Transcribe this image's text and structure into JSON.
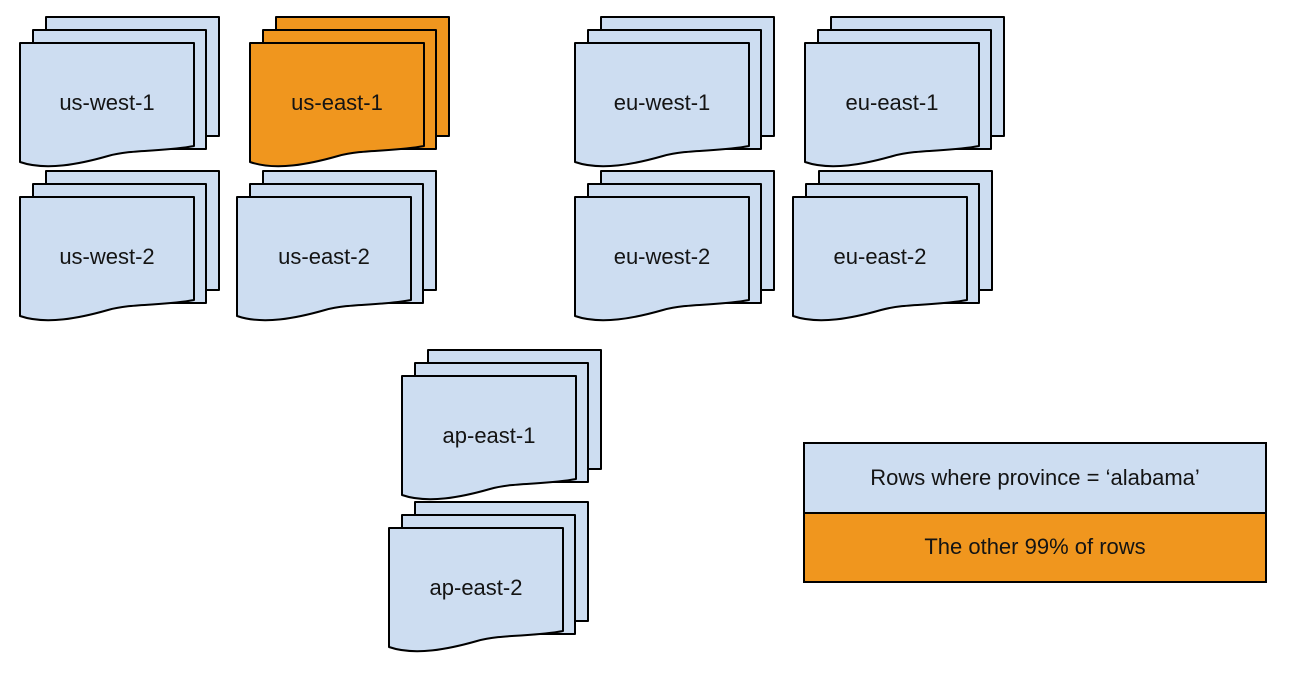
{
  "colors": {
    "sheet_blue": "#cdddf1",
    "highlight_orange": "#f0961e",
    "stroke": "#000000",
    "bg": "#ffffff"
  },
  "stacks": [
    {
      "label": "us-west-1",
      "variant": "blue"
    },
    {
      "label": "us-east-1",
      "variant": "orange"
    },
    {
      "label": "eu-west-1",
      "variant": "blue"
    },
    {
      "label": "eu-east-1",
      "variant": "blue"
    },
    {
      "label": "us-west-2",
      "variant": "blue"
    },
    {
      "label": "us-east-2",
      "variant": "blue"
    },
    {
      "label": "eu-west-2",
      "variant": "blue"
    },
    {
      "label": "eu-east-2",
      "variant": "blue"
    },
    {
      "label": "ap-east-1",
      "variant": "blue"
    },
    {
      "label": "ap-east-2",
      "variant": "blue"
    }
  ],
  "legend": {
    "items": [
      {
        "label": "Rows where province = ‘alabama’",
        "variant": "blue"
      },
      {
        "label": "The other 99% of rows",
        "variant": "orange"
      }
    ]
  }
}
